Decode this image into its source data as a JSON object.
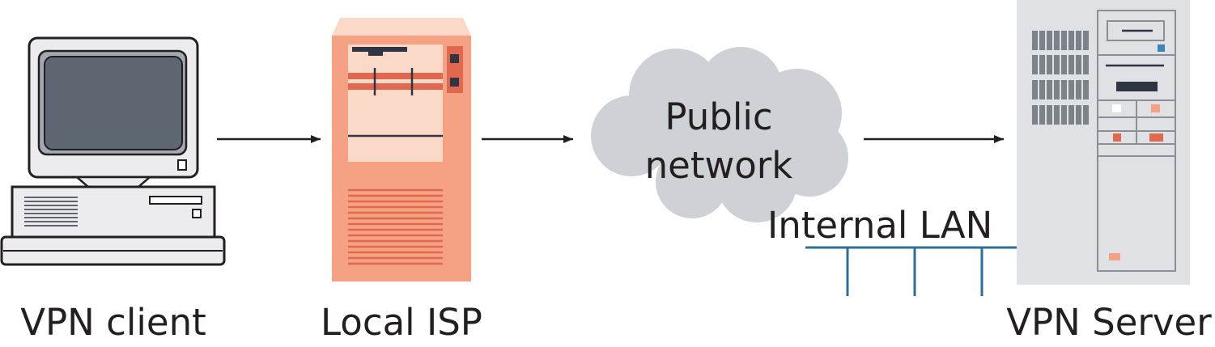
{
  "nodes": {
    "client": {
      "label": "VPN client",
      "icon": "desktop-computer-icon"
    },
    "isp": {
      "label": "Local ISP",
      "icon": "tower-server-icon"
    },
    "cloud": {
      "line1": "Public",
      "line2": "network",
      "icon": "cloud-icon"
    },
    "lan": {
      "label": "Internal LAN"
    },
    "server": {
      "label": "VPN Server",
      "icon": "rack-server-icon"
    }
  },
  "colors": {
    "ink": "#231f20",
    "monitor_body": "#ececee",
    "screen": "#5d6671",
    "isp_body": "#f4a283",
    "isp_light": "#fbd9c9",
    "isp_accent": "#e0684f",
    "cloud": "#ced1d6",
    "server": "#dfe1e4",
    "lan": "#2e6f95"
  }
}
